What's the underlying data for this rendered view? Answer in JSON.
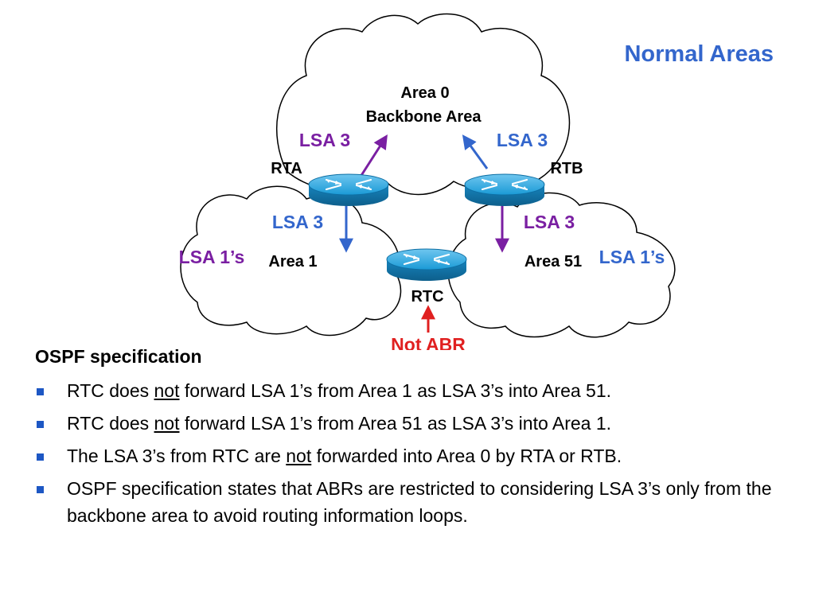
{
  "title": "Normal Areas",
  "diagram": {
    "area0_line1": "Area 0",
    "area0_line2": "Backbone Area",
    "area1": "Area 1",
    "area51": "Area 51",
    "routers": {
      "rta": "RTA",
      "rtb": "RTB",
      "rtc": "RTC"
    },
    "lsa3_rta_up": "LSA 3",
    "lsa3_rtb_up": "LSA 3",
    "lsa3_rta_down": "LSA 3",
    "lsa3_rtb_down": "LSA 3",
    "lsa1_area1": "LSA 1’s",
    "lsa1_area51": "LSA 1’s",
    "not_abr": "Not ABR",
    "colors": {
      "purple": "#7a1fa2",
      "blue": "#3366cc",
      "red": "#e02020",
      "router": "#1a9ad6"
    }
  },
  "content": {
    "heading": "OSPF specification",
    "bullets": [
      {
        "pre": "RTC does ",
        "u": "not",
        "post": " forward LSA 1’s from Area 1 as LSA 3’s into Area 51."
      },
      {
        "pre": "RTC does ",
        "u": "not",
        "post": " forward LSA 1’s from Area 51 as LSA 3’s into Area 1."
      },
      {
        "pre": "The LSA 3’s from RTC are ",
        "u": "not",
        "post": " forwarded into Area 0 by RTA or RTB."
      },
      {
        "pre": "OSPF specification states that ABRs are restricted to considering LSA 3’s only from the backbone area to avoid routing information loops.",
        "u": "",
        "post": ""
      }
    ]
  }
}
